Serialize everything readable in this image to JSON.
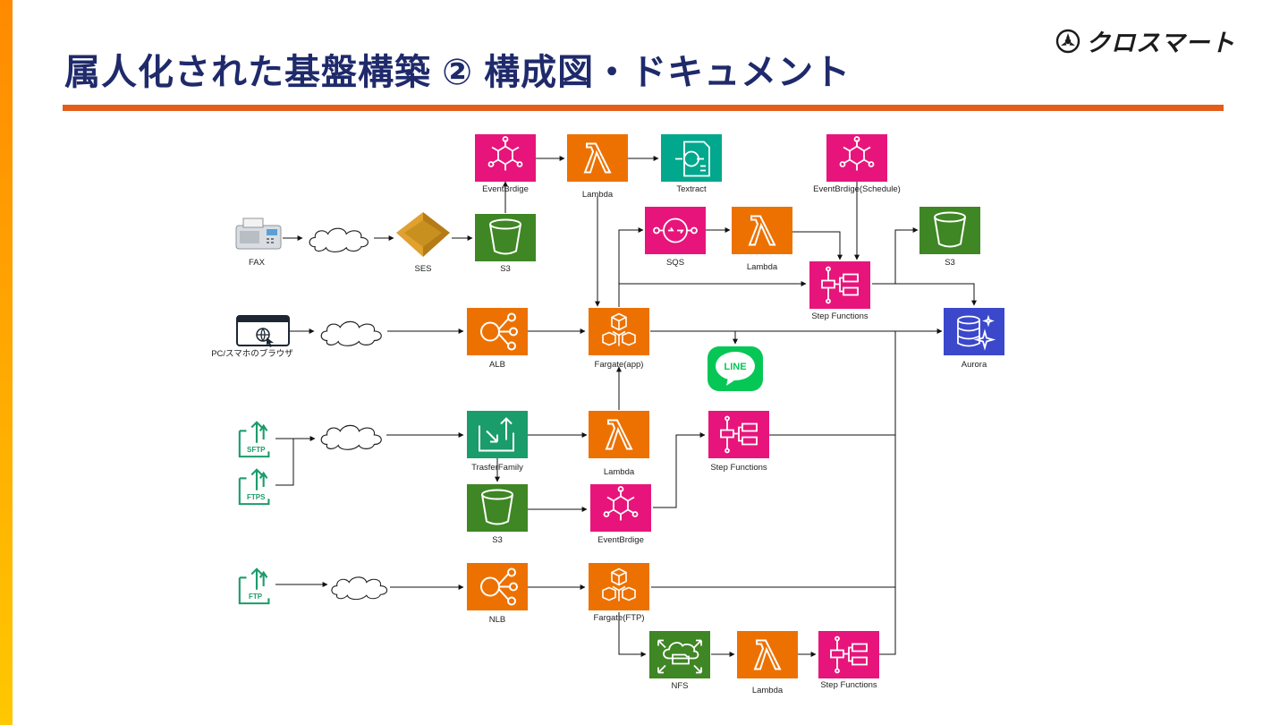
{
  "slide": {
    "title": "属人化された基盤構築 ② 構成図・ドキュメント",
    "logo_text": "クロスマート",
    "accent_color": "#e35d1a",
    "title_color": "#1f2a6b"
  },
  "diagram": {
    "labels": {
      "eventbridge_top": "EventBrdige",
      "lambda_top": "Lambda",
      "textract": "Textract",
      "eventbridge_schedule": "EventBrdige(Schedule)",
      "fax": "FAX",
      "ses": "SES",
      "s3_top": "S3",
      "sqs": "SQS",
      "lambda_sqs": "Lambda",
      "s3_right": "S3",
      "step_functions_top": "Step Functions",
      "browser": "PC/スマホのブラウザ",
      "alb": "ALB",
      "fargate_app": "Fargate(app)",
      "aurora": "Aurora",
      "line_text": "LINE",
      "sftp": "SFTP",
      "ftps": "FTPS",
      "transfer_family": "TrasferFamily",
      "lambda_mid": "Lambda",
      "step_functions_mid": "Step Functions",
      "s3_mid": "S3",
      "eventbridge_mid": "EventBrdige",
      "ftp": "FTP",
      "nlb": "NLB",
      "fargate_ftp": "Fargate(FTP)",
      "nfs": "NFS",
      "lambda_bottom": "Lambda",
      "step_functions_bottom": "Step Functions"
    },
    "colors": {
      "eventbridge": "#e7157b",
      "lambda": "#ed7100",
      "textract": "#01a88d",
      "storage": "#3f8624",
      "database": "#3b48cc",
      "ses": "#c8901f",
      "line": "#06c755",
      "transfer": "#1b9c6b"
    }
  }
}
